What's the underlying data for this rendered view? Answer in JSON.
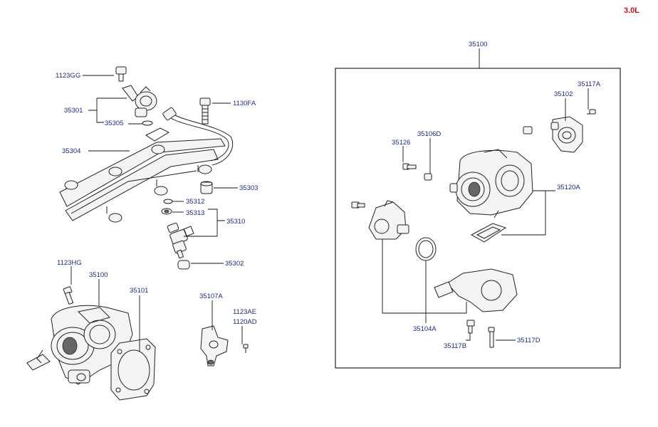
{
  "engine_label": "3.0L",
  "callouts": {
    "c1123gg": "1123GG",
    "c35301": "35301",
    "c35305": "35305",
    "c1130fa": "1130FA",
    "c35304": "35304",
    "c35303": "35303",
    "c35312": "35312",
    "c35313": "35313",
    "c35310": "35310",
    "c35302": "35302",
    "c1123hg": "1123HG",
    "c35100_left": "35100",
    "c35101": "35101",
    "c35107a": "35107A",
    "c1123ae": "1123AE",
    "c1120ad": "1120AD",
    "c35100_box": "35100",
    "c35117a": "35117A",
    "c35102": "35102",
    "c35106d": "35106D",
    "c35126": "35126",
    "c35120a": "35120A",
    "c35104a": "35104A",
    "c35117b": "35117B",
    "c35117d": "35117D"
  }
}
